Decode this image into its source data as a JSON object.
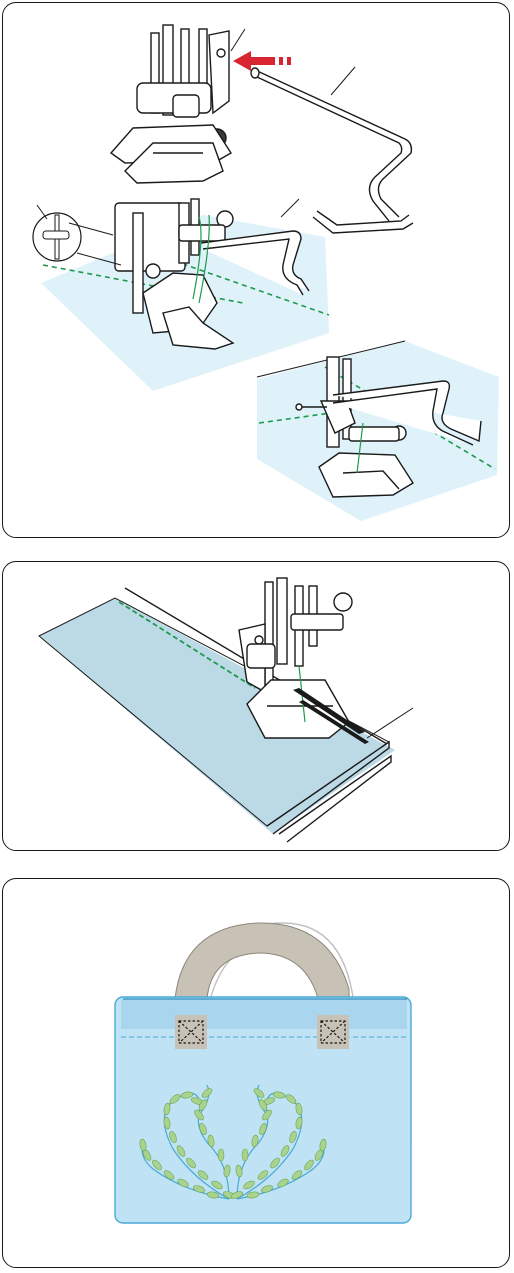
{
  "panels": [
    {
      "id": "attach-guide",
      "illustrations": [
        "presser-foot-holder",
        "quilting-guide-bar",
        "quilting-guide-on-walking-foot",
        "guide-screw-closeup",
        "quilting-guide-on-presser-foot"
      ]
    },
    {
      "id": "fabric-edge-guide",
      "illustrations": [
        "presser-foot",
        "fabric-layers",
        "edge-guide-plate"
      ]
    },
    {
      "id": "tote-bag-example",
      "illustrations": [
        "tote-bag",
        "bag-handles",
        "embroidered-vine-pattern"
      ]
    }
  ],
  "colors": {
    "fabric_blue": "#dff2fa",
    "fabric_blue_dark": "#bcd9e6",
    "stitch_green": "#1f9a4c",
    "arrow_red": "#d92531",
    "handle_tan": "#c8c1b6",
    "leaf_green": "#a9d28e",
    "line": "#1a1a1a"
  }
}
